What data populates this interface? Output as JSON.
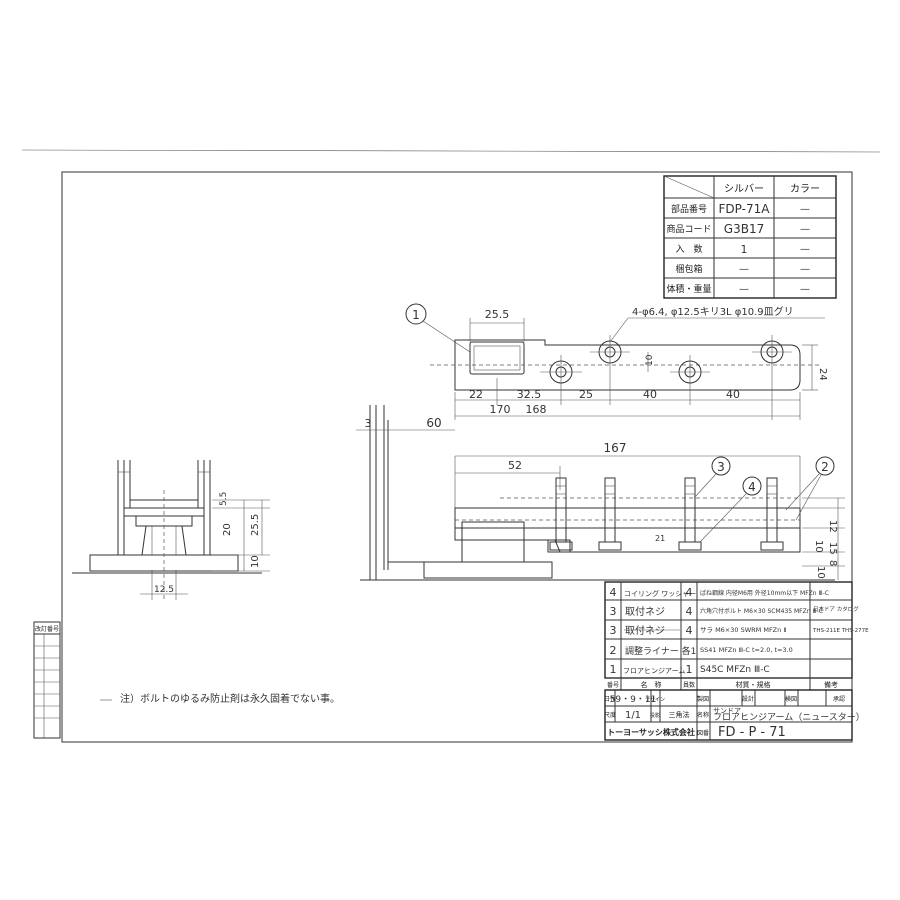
{
  "info_table": {
    "col_headers": [
      "シルバー",
      "カラー"
    ],
    "rows": [
      {
        "label": "部品番号",
        "silver": "FDP-71A",
        "color": "—"
      },
      {
        "label": "商品コード",
        "silver": "G3B17",
        "color": "—"
      },
      {
        "label": "入　数",
        "silver": "1",
        "color": "—"
      },
      {
        "label": "梱包箱",
        "silver": "—",
        "color": "—"
      },
      {
        "label": "体積・重量",
        "silver": "—",
        "color": "—"
      }
    ]
  },
  "callouts": {
    "part1": "1",
    "part2": "2",
    "part3": "3",
    "part4": "4",
    "hole_note": "4-φ6.4, φ12.5キリ3L φ10.9皿グリ"
  },
  "dimensions": {
    "top_width": "25.5",
    "hole_pitch_v": "10",
    "plate_height": "24",
    "d22": "22",
    "d32": "32.5",
    "d25": "25",
    "d40a": "40",
    "d40b": "40",
    "d170": "170",
    "d168": "168",
    "d3": "3",
    "d60": "60",
    "d167": "167",
    "d52": "52",
    "d12": "12",
    "d15": "15",
    "d10": "10",
    "d8": "8",
    "d10b": "10",
    "d21": "21",
    "s55": "5.5",
    "s20": "20",
    "s255": "25.5",
    "s10": "10",
    "s125": "12.5"
  },
  "note": "注）ボルトのゆるみ防止剤は永久固着でない事。",
  "revision_label": "改訂番号",
  "parts_list": {
    "rows": [
      {
        "no": "4",
        "name": "コイリング ワッシャー",
        "qty": "4",
        "spec": "ばね鋼線 内径M6用 外径10mm以下 MFZn Ⅲ-C",
        "remark": ""
      },
      {
        "no": "3",
        "name": "取付ネジ",
        "qty": "4",
        "spec": "六角穴付ボルト M6×30 SCM435 MFZn Ⅲ-C",
        "remark": "日本ドア カタログ"
      },
      {
        "no": "3",
        "name": "取付ネジ",
        "qty": "4",
        "spec": "サラ M6×30 SWRM MFZn Ⅱ",
        "remark": "THS-211E THS-277E"
      },
      {
        "no": "2",
        "name": "調整ライナー",
        "qty": "各1",
        "spec": "SS41 MFZn Ⅲ-C t=2.0, t=3.0",
        "remark": ""
      },
      {
        "no": "1",
        "name": "フロアヒンジアーム",
        "qty": "1",
        "spec": "S45C MFZn Ⅲ-C",
        "remark": ""
      }
    ],
    "headers": {
      "no": "番号",
      "name": "名　称",
      "qty": "員数",
      "spec": "材質・規格",
      "remark": "備考"
    }
  },
  "title_block": {
    "date_label": "日付",
    "date": "59・9・11",
    "design_label": "デザイン",
    "drawn_label": "製図",
    "designed_label": "設計",
    "checked_label": "検図",
    "approved_label": "承認",
    "scale_label": "尺度",
    "scale": "1/1",
    "projection_label": "投影",
    "projection": "三角法",
    "name_label": "名称",
    "product_line": "サンドア",
    "product_name": "フロアヒンジアーム（ニュースター）",
    "company": "トーヨーサッシ株式会社",
    "drawing_no_label": "図番",
    "drawing_no": "FD - P - 71"
  }
}
